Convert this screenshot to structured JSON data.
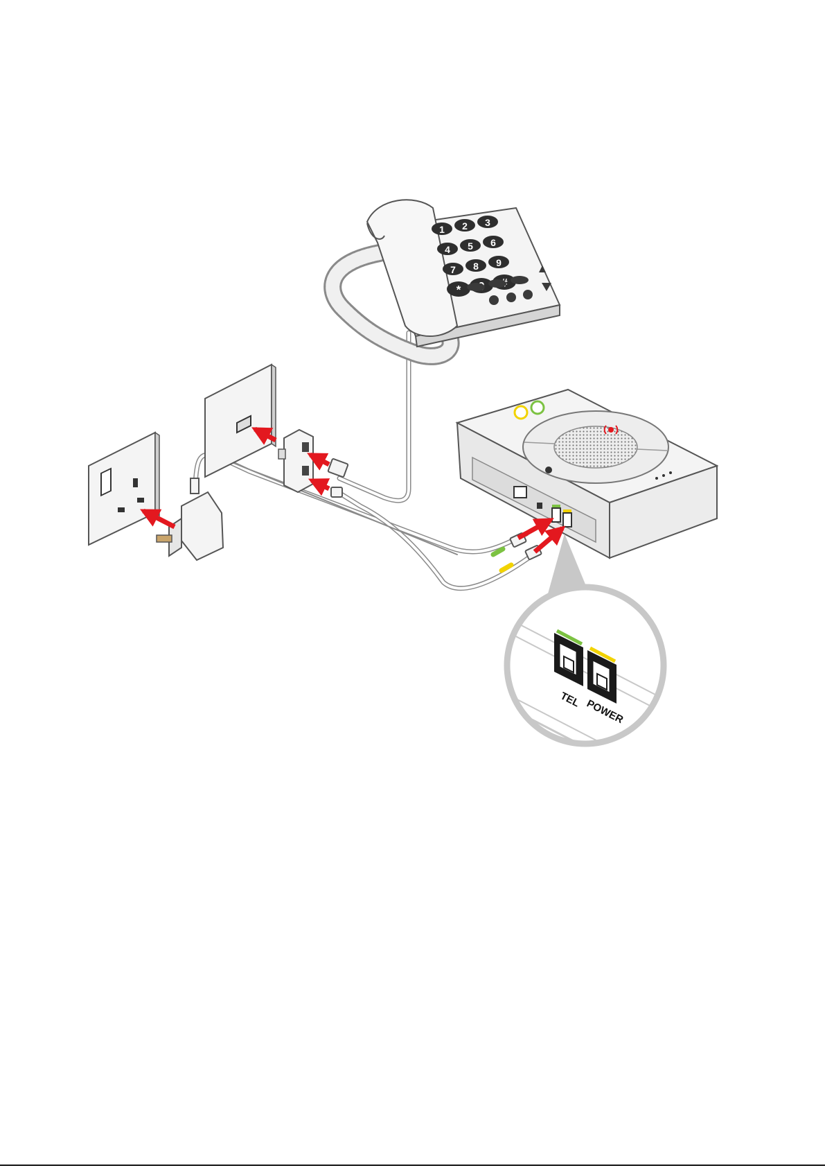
{
  "diagram": {
    "keypad": {
      "keys": [
        "1",
        "2",
        "3",
        "4",
        "5",
        "6",
        "7",
        "8",
        "9",
        "*",
        "0",
        "#"
      ]
    },
    "base_unit": {
      "ports": [
        {
          "label": "TEL",
          "color": "#7cc242"
        },
        {
          "label": "POWER",
          "color": "#f2d300"
        }
      ]
    },
    "colors": {
      "arrow": "#e3181f",
      "cable_outline": "#8a8a8a",
      "tel_marker": "#7cc242",
      "power_marker": "#f2d300",
      "callout_ring": "#c8c8c8",
      "device_body": "#f2f2f2"
    },
    "connection_arrows": [
      {
        "from": "power-adapter",
        "to": "wall-power-socket"
      },
      {
        "from": "telephone-plug",
        "to": "splitter-upper-port"
      },
      {
        "from": "splitter-cable-plug",
        "to": "splitter-lower-port"
      },
      {
        "from": "splitter-output-plug",
        "to": "wall-phone-socket"
      },
      {
        "from": "green-cable-plug",
        "to": "tel-port"
      },
      {
        "from": "yellow-cable-plug",
        "to": "power-port"
      }
    ]
  }
}
